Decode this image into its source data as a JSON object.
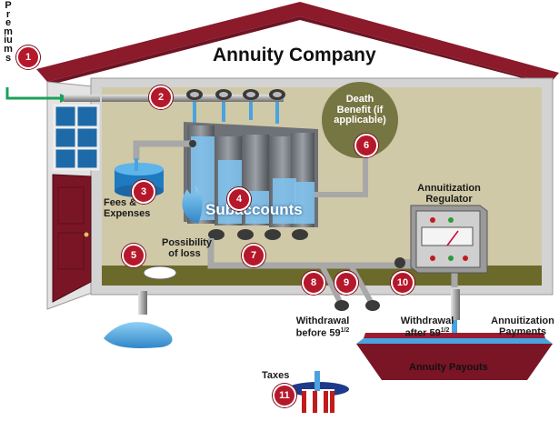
{
  "title": "Annuity Company",
  "premiums_label": "Premiums",
  "labels": {
    "fees": "Fees & Expenses",
    "loss": "Possibility of loss",
    "subaccounts": "Subaccounts",
    "death_benefit": "Death Benefit (if applicable)",
    "regulator": "Annuitization Regulator",
    "withdrawal_before": "Withdrawal before 59",
    "withdrawal_before_sup": "1/2",
    "withdrawal_after": "Withdrawal after 59",
    "withdrawal_after_sup": "1/2",
    "annuitization_payments": "Annuitization Payments",
    "annuity_payouts": "Annuity Payouts",
    "taxes": "Taxes"
  },
  "markers": [
    "1",
    "2",
    "3",
    "4",
    "5",
    "6",
    "7",
    "8",
    "9",
    "10",
    "11"
  ],
  "colors": {
    "roof": "#8b1a2b",
    "wall": "#d9d9d9",
    "wall_shade": "#bdbdbd",
    "interior": "#c8c3a4",
    "floor": "#6b6a2a",
    "marker": "#b5172b",
    "water": "#4aa3df",
    "pipe": "#a9a9a9",
    "death_benefit_tank": "#767643",
    "premium_arrow": "#1aa05a"
  }
}
